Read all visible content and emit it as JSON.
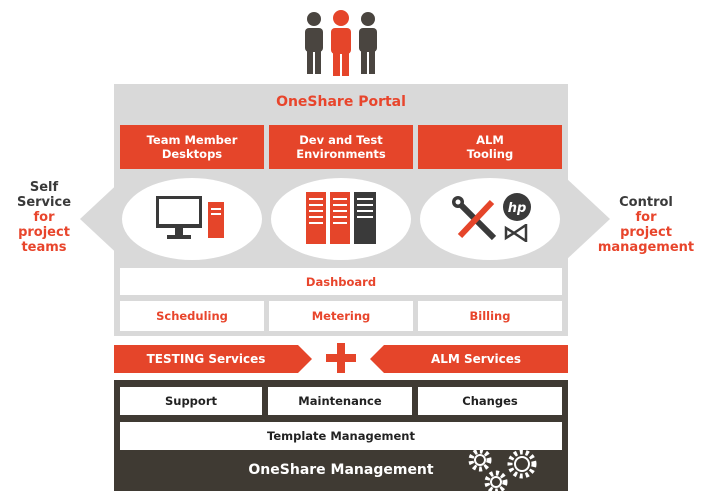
{
  "portal": {
    "title": "OneShare Portal",
    "columns": [
      {
        "label": "Team Member\nDesktops"
      },
      {
        "label": "Dev and Test\nEnvironments"
      },
      {
        "label": "ALM\nTooling"
      }
    ],
    "dashboard": "Dashboard",
    "row": [
      "Scheduling",
      "Metering",
      "Billing"
    ]
  },
  "left_side": {
    "line1": "Self",
    "line2": "Service",
    "line3": "for",
    "line4": "project",
    "line5": "teams"
  },
  "right_side": {
    "line1": "Control",
    "line2": "for",
    "line3": "project",
    "line4": "management"
  },
  "services": {
    "left": "TESTING Services",
    "right": "ALM Services"
  },
  "management": {
    "boxes": [
      "Support",
      "Maintenance",
      "Changes"
    ],
    "template": "Template Management",
    "title": "OneShare Management"
  },
  "icons": {
    "people": "people-group-icon",
    "desktop": "desktop-computer-icon",
    "servers": "server-rack-icon",
    "tools": "tools-icon",
    "hp": "hp-logo-icon",
    "vs": "visual-studio-logo-icon",
    "gears": "gears-icon"
  },
  "colors": {
    "accent": "#e5452a",
    "dark": "#3f3a33",
    "panel": "#d9d9d9"
  }
}
